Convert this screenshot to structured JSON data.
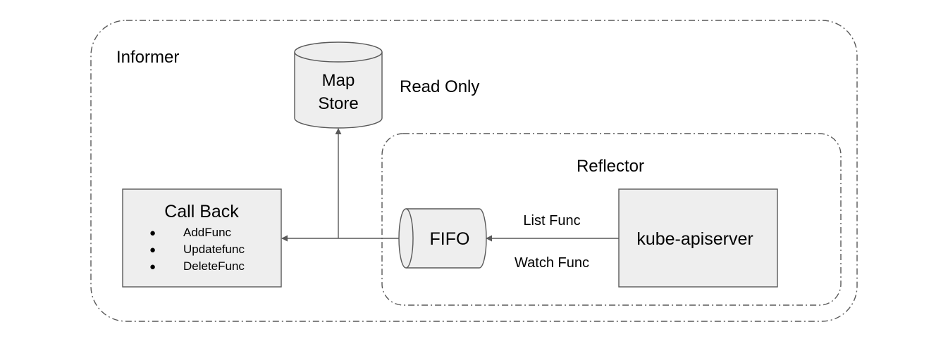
{
  "informer": {
    "label": "Informer"
  },
  "reflector": {
    "label": "Reflector"
  },
  "map_store": {
    "line1": "Map",
    "line2": "Store"
  },
  "read_only": {
    "label": "Read Only"
  },
  "callback": {
    "title": "Call Back",
    "bullet": "●",
    "items": [
      "AddFunc",
      "Updatefunc",
      "DeleteFunc"
    ]
  },
  "fifo": {
    "label": "FIFO"
  },
  "apiserver": {
    "label": "kube-apiserver"
  },
  "list_func": {
    "label": "List Func"
  },
  "watch_func": {
    "label": "Watch Func"
  },
  "colors": {
    "box_fill": "#eeeeee",
    "stroke": "#595959",
    "text": "#000000"
  }
}
